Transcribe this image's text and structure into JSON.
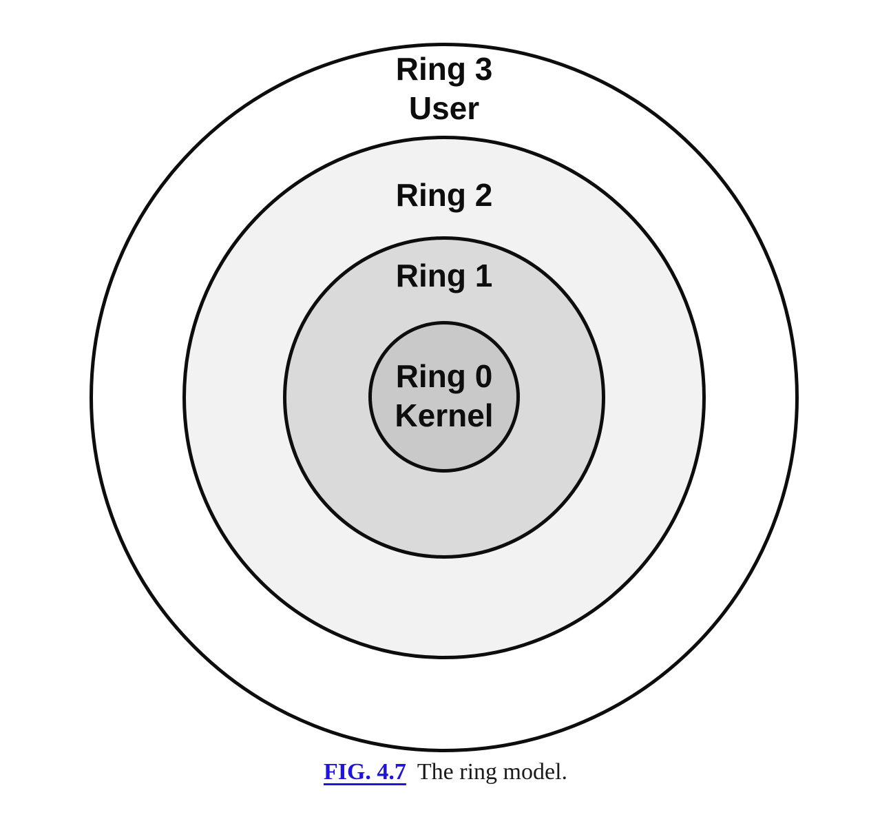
{
  "rings": {
    "ring3": {
      "line1": "Ring 3",
      "line2": "User"
    },
    "ring2": {
      "line1": "Ring 2"
    },
    "ring1": {
      "line1": "Ring 1"
    },
    "ring0": {
      "line1": "Ring 0",
      "line2": "Kernel"
    }
  },
  "caption": {
    "fig_label": "FIG. 4.7",
    "text": "The ring model."
  },
  "colors": {
    "ring3_fill": "#ffffff",
    "ring2_fill": "#f2f2f2",
    "ring1_fill": "#dadada",
    "ring0_fill": "#c9c9c9",
    "stroke": "#0d0d0d",
    "label_text": "#0d0d0d",
    "caption_link": "#1f13dd",
    "caption_text": "#1a1a1a"
  }
}
